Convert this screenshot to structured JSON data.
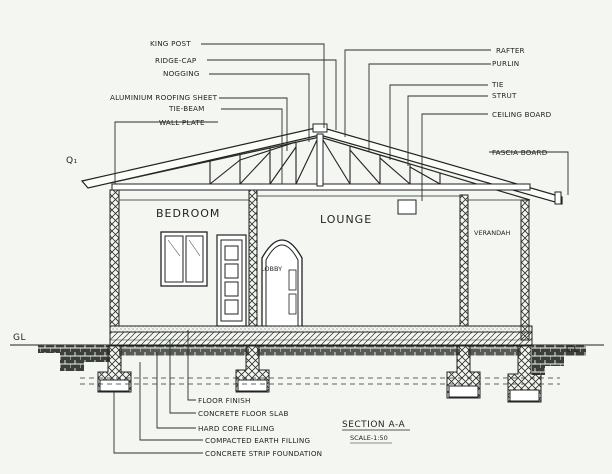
{
  "drawing": {
    "marker": "Q₁",
    "ground_left": "GL",
    "ground_right": "GL",
    "title": "SECTION A-A",
    "scale": "SCALE-1:50"
  },
  "rooms": {
    "bedroom": "BEDROOM",
    "lounge": "LOUNGE",
    "verandah": "VERANDAH",
    "lobby": "LOBBY"
  },
  "labels_top_left": [
    "KING POST",
    "RIDGE-CAP",
    "NOGGING",
    "ALUMINIUM ROOFING SHEET",
    "TIE-BEAM",
    "WALL PLATE"
  ],
  "labels_top_right": [
    "RAFTER",
    "PURLIN",
    "TIE",
    "STRUT",
    "CEILING BOARD",
    "FASCIA BOARD"
  ],
  "labels_bottom": [
    "FLOOR FINISH",
    "CONCRETE FLOOR SLAB",
    "HARD CORE FILLING",
    "COMPACTED EARTH FILLING",
    "CONCRETE STRIP FOUNDATION"
  ]
}
